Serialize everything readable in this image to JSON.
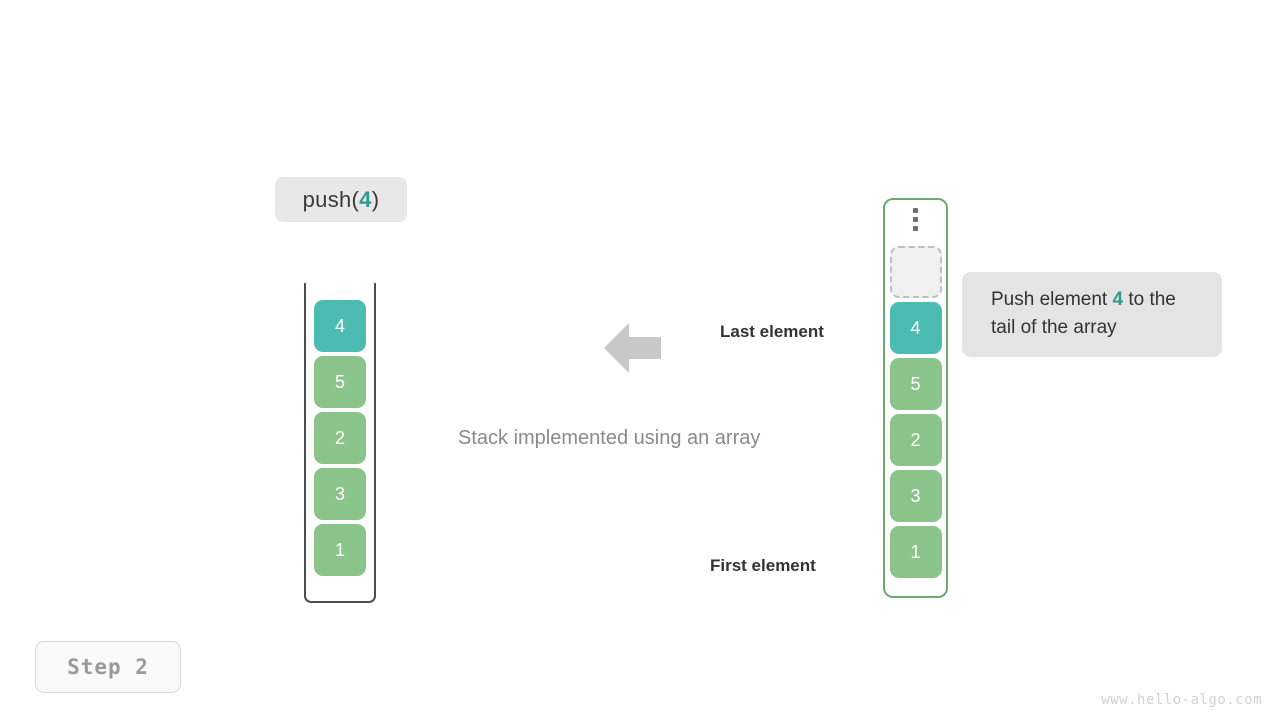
{
  "operation": {
    "prefix": "push(",
    "value": "4",
    "suffix": ")"
  },
  "stack": {
    "caption": "Stack implemented using an array",
    "items": [
      {
        "value": "4",
        "color": "teal"
      },
      {
        "value": "5",
        "color": "green"
      },
      {
        "value": "2",
        "color": "green"
      },
      {
        "value": "3",
        "color": "green"
      },
      {
        "value": "1",
        "color": "green"
      }
    ]
  },
  "array": {
    "ellipsis_icon": "vertical-ellipsis-icon",
    "empty_slot": "",
    "items": [
      {
        "value": "4",
        "color": "teal"
      },
      {
        "value": "5",
        "color": "green"
      },
      {
        "value": "2",
        "color": "green"
      },
      {
        "value": "3",
        "color": "green"
      },
      {
        "value": "1",
        "color": "green"
      }
    ]
  },
  "labels": {
    "last_element": "Last element",
    "first_element": "First element"
  },
  "note": {
    "line1_before": "Push element ",
    "accent": "4",
    "line1_after": " to",
    "line2": "the tail of the array"
  },
  "step": {
    "label": "Step 2"
  },
  "watermark": {
    "text": "www.hello-algo.com"
  },
  "colors": {
    "teal": "#4cbcb2",
    "green": "#8bc48a",
    "accent_text": "#2d9c8c",
    "array_border": "#6daa6d",
    "stack_wall": "#4d4d4d",
    "arrow": "#c8c8c8",
    "note_bg": "#e4e4e4",
    "op_bg": "#e8e8e8"
  }
}
